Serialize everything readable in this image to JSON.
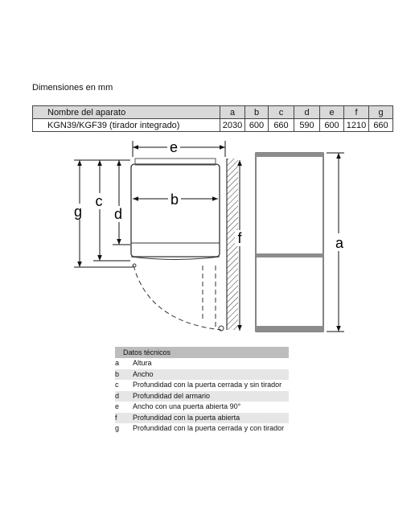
{
  "caption": "Dimensiones en mm",
  "table": {
    "name_header": "Nombre del aparato",
    "columns": [
      "a",
      "b",
      "c",
      "d",
      "e",
      "f",
      "g"
    ],
    "model": "KGN39/KGF39 (tirador integrado)",
    "values": [
      "2030",
      "600",
      "660",
      "590",
      "600",
      "1210",
      "660"
    ]
  },
  "drawing_labels": {
    "e": "e",
    "b": "b",
    "c": "c",
    "d": "d",
    "g": "g",
    "f": "f",
    "a": "a"
  },
  "legend": {
    "header": "Datos técnicos",
    "items": [
      {
        "key": "a",
        "text": "Altura"
      },
      {
        "key": "b",
        "text": "Ancho"
      },
      {
        "key": "c",
        "text": "Profundidad con la puerta cerrada y sin tirador"
      },
      {
        "key": "d",
        "text": "Profundidad del armario"
      },
      {
        "key": "e",
        "text": "Ancho con una puerta abierta 90°"
      },
      {
        "key": "f",
        "text": "Profundidad con la puerta abierta"
      },
      {
        "key": "g",
        "text": "Profundidad con la puerta cerrada y con tirador"
      }
    ]
  },
  "colors": {
    "header_bg": "#d9d9d9",
    "legend_header_bg": "#bdbdbd",
    "legend_shade": "#e6e6e6",
    "panel": "#8c8c8c"
  }
}
